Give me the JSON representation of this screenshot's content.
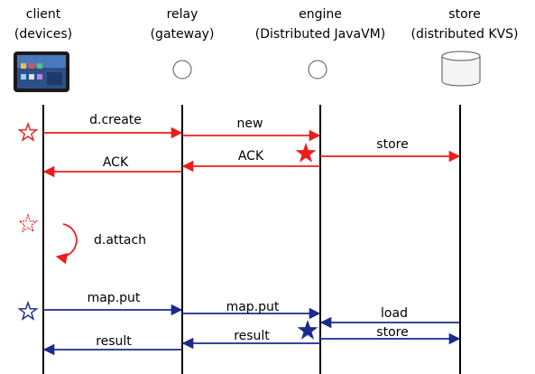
{
  "participants": [
    {
      "name": "client",
      "subtitle": "(devices)"
    },
    {
      "name": "relay",
      "subtitle": "(gateway)"
    },
    {
      "name": "engine",
      "subtitle": "(Distributed JavaVM)"
    },
    {
      "name": "store",
      "subtitle": "(distributed KVS)"
    }
  ],
  "colors": {
    "red": "#ee1c1c",
    "blue": "#1c2a8c"
  },
  "messages": [
    {
      "label": "d.create"
    },
    {
      "label": "new"
    },
    {
      "label": "store"
    },
    {
      "label": "ACK"
    },
    {
      "label": "ACK"
    },
    {
      "label": "d.attach"
    },
    {
      "label": "map.put"
    },
    {
      "label": "map.put"
    },
    {
      "label": "load"
    },
    {
      "label": "store"
    },
    {
      "label": "result"
    },
    {
      "label": "result"
    }
  ]
}
